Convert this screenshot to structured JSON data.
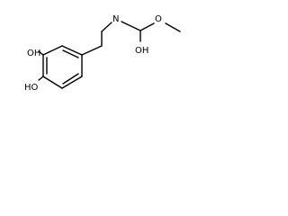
{
  "molecule": {
    "atom_labels": {
      "nitrogen": "N",
      "ether_oxygen": "O",
      "hydroxyl_top": "OH",
      "hydroxyl_carbamate": "OH",
      "hydroxyl_bottom": "HO"
    }
  }
}
